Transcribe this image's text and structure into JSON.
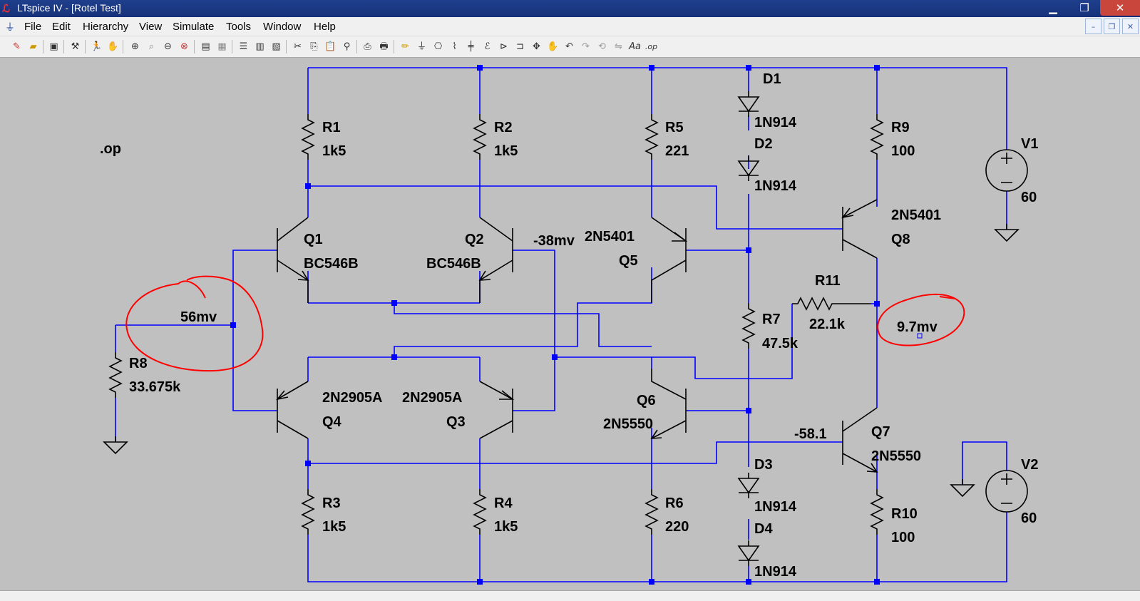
{
  "window": {
    "title": "LTspice IV - [Rotel Test]",
    "app_icon": "ltspice-logo-icon"
  },
  "menu": [
    "File",
    "Edit",
    "Hierarchy",
    "View",
    "Simulate",
    "Tools",
    "Window",
    "Help"
  ],
  "toolbar_icons": [
    "new-schematic-icon",
    "open-icon",
    "save-icon",
    "control-panel-icon",
    "run-icon",
    "halt-icon",
    "zoom-in-icon",
    "zoom-pan-icon",
    "zoom-out-icon",
    "zoom-fit-icon",
    "tile-icon",
    "cascade-icon",
    "tile-horiz-icon",
    "tile-vert-icon",
    "close-window-icon",
    "cut-icon",
    "copy-icon",
    "paste-icon",
    "find-icon",
    "print-preview-icon",
    "print-icon",
    "wire-icon",
    "ground-icon",
    "label-net-icon",
    "resistor-icon",
    "capacitor-icon",
    "inductor-icon",
    "diode-icon",
    "component-icon",
    "move-icon",
    "drag-icon",
    "undo-icon",
    "redo-icon",
    "rotate-icon",
    "mirror-icon",
    "text-icon",
    "spice-directive-icon"
  ],
  "toolbar_text": {
    "text": "Aa",
    "directive": ".op"
  },
  "schematic": {
    "directive": ".op",
    "components": {
      "R1": {
        "name": "R1",
        "value": "1k5"
      },
      "R2": {
        "name": "R2",
        "value": "1k5"
      },
      "R3": {
        "name": "R3",
        "value": "1k5"
      },
      "R4": {
        "name": "R4",
        "value": "1k5"
      },
      "R5": {
        "name": "R5",
        "value": "221"
      },
      "R6": {
        "name": "R6",
        "value": "220"
      },
      "R7": {
        "name": "R7",
        "value": "47.5k"
      },
      "R8": {
        "name": "R8",
        "value": "33.675k"
      },
      "R9": {
        "name": "R9",
        "value": "100"
      },
      "R10": {
        "name": "R10",
        "value": "100"
      },
      "R11": {
        "name": "R11",
        "value": "22.1k"
      },
      "Q1": {
        "name": "Q1",
        "value": "BC546B"
      },
      "Q2": {
        "name": "Q2",
        "value": "BC546B"
      },
      "Q3": {
        "name": "Q3",
        "value": "2N2905A"
      },
      "Q4": {
        "name": "Q4",
        "value": "2N2905A"
      },
      "Q5": {
        "name": "Q5",
        "value": "2N5401"
      },
      "Q6": {
        "name": "Q6",
        "value": "2N5550"
      },
      "Q7": {
        "name": "Q7",
        "value": "2N5550"
      },
      "Q8": {
        "name": "Q8",
        "value": "2N5401"
      },
      "D1": {
        "name": "D1",
        "value": "1N914"
      },
      "D2": {
        "name": "D2",
        "value": "1N914"
      },
      "D3": {
        "name": "D3",
        "value": "1N914"
      },
      "D4": {
        "name": "D4",
        "value": "1N914"
      },
      "V1": {
        "name": "V1",
        "value": "60"
      },
      "V2": {
        "name": "V2",
        "value": "60"
      }
    },
    "voltage_labels": {
      "q2_base": "-38mv",
      "q7_base": "-58.1"
    },
    "annotations": {
      "input_voltage": "56mv",
      "output_voltage": "9.7mv"
    },
    "colors": {
      "wire": "#0000ff",
      "component": "#000000",
      "annotation": "#ff0000",
      "background": "#c0c0c0"
    }
  }
}
